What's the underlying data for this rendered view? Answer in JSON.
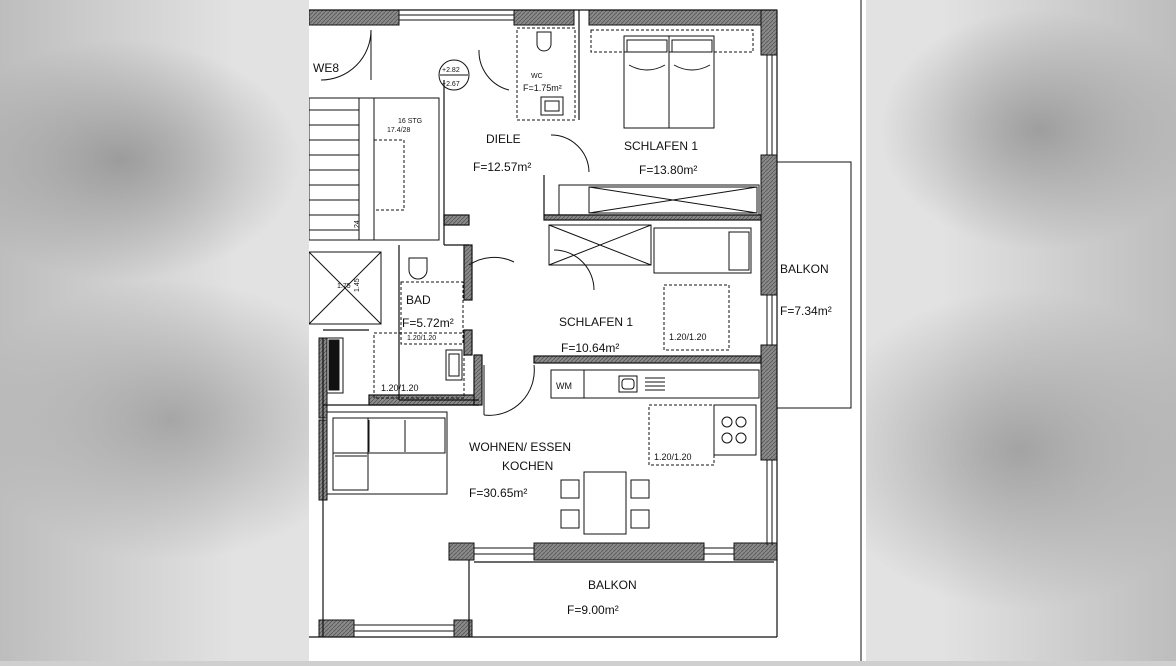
{
  "rooms": {
    "weg": {
      "name": "WE8"
    },
    "level": {
      "upper": "+2.82",
      "lower": "+2.67"
    },
    "stairs": {
      "steps": "16 STG",
      "ratio": "17.4/28"
    },
    "wc": {
      "name": "WC",
      "area": "F=1.75m²"
    },
    "diele": {
      "name": "DIELE",
      "area": "F=12.57m²"
    },
    "schlafen_a": {
      "name": "SCHLAFEN 1",
      "area": "F=13.80m²"
    },
    "schlafen_b": {
      "name": "SCHLAFEN 1",
      "area": "F=10.64m²",
      "bed": "1.20/1.20"
    },
    "bad": {
      "name": "BAD",
      "area": "F=5.72m²",
      "shower": "1.20/1.20"
    },
    "bad_lower": {
      "clearance": "1.20/1.20"
    },
    "wohnen": {
      "name1": "WOHNEN/ ESSEN",
      "name2": "KOCHEN",
      "area": "F=30.65m²",
      "clearance": "1.20/1.20",
      "wm": "WM"
    },
    "balkon_east": {
      "name": "BALKON",
      "area": "F=7.34m²"
    },
    "balkon_south": {
      "name": "BALKON",
      "area": "F=9.00m²"
    }
  },
  "dimensions": {
    "d1": "24",
    "d2": "1.45",
    "d3": "1.75"
  },
  "colors": {
    "wall": "#777777",
    "line": "#111111",
    "paper": "#ffffff"
  }
}
